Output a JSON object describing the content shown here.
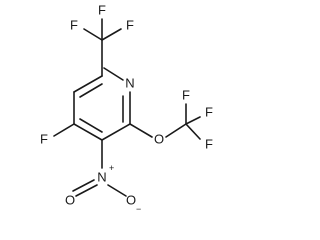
{
  "molecule": {
    "atoms": {
      "f_top_left": "F",
      "f_top_mid": "F",
      "f_top_right": "F",
      "n_ring": "N",
      "f_right_1": "F",
      "f_right_2": "F",
      "f_right_3": "F",
      "o_ether": "O",
      "f_ring": "F",
      "n_nitro": "N",
      "o_nitro_double": "O",
      "o_nitro_single": "O"
    },
    "charges": {
      "n_nitro": "+",
      "o_nitro_single": "−"
    }
  }
}
